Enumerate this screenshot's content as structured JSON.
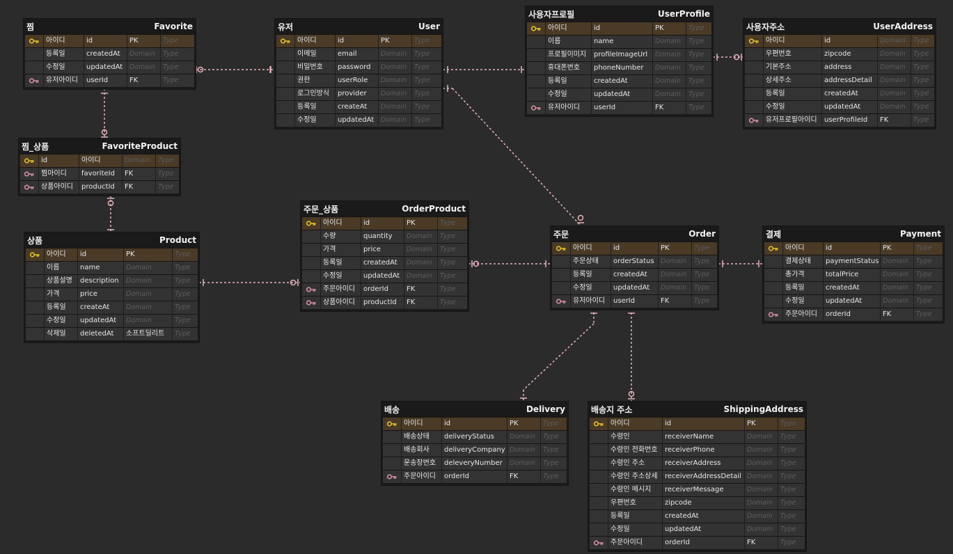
{
  "tables": [
    {
      "name": "사용자프로필",
      "alias": "UserProfile",
      "columns": [
        {
          "key": "pk",
          "logical": "아이디",
          "physical": "id",
          "domain": "PK",
          "type": "Type"
        },
        {
          "key": "",
          "logical": "이름",
          "physical": "name",
          "domain": "Domain",
          "type": "Type"
        },
        {
          "key": "",
          "logical": "프로필이미지",
          "physical": "profileImageUrl",
          "domain": "Domain",
          "type": "Type"
        },
        {
          "key": "",
          "logical": "휴대폰번호",
          "physical": "phoneNumber",
          "domain": "Domain",
          "type": "Type"
        },
        {
          "key": "",
          "logical": "등록일",
          "physical": "createdAt",
          "domain": "Domain",
          "type": "Type"
        },
        {
          "key": "",
          "logical": "수정일",
          "physical": "updatedAt",
          "domain": "Domain",
          "type": "Type"
        },
        {
          "key": "fk",
          "logical": "유저아이디",
          "physical": "userId",
          "domain": "FK",
          "type": "Type"
        }
      ]
    },
    {
      "name": "찜",
      "alias": "Favorite",
      "columns": [
        {
          "key": "pk",
          "logical": "아이디",
          "physical": "id",
          "domain": "PK",
          "type": "Type"
        },
        {
          "key": "",
          "logical": "등록일",
          "physical": "createdAt",
          "domain": "Domain",
          "type": "Type"
        },
        {
          "key": "",
          "logical": "수정일",
          "physical": "updatedAt",
          "domain": "Domain",
          "type": "Type"
        },
        {
          "key": "fk",
          "logical": "유저아이디",
          "physical": "userId",
          "domain": "FK",
          "type": "Type"
        }
      ]
    },
    {
      "name": "유저",
      "alias": "User",
      "columns": [
        {
          "key": "pk",
          "logical": "아이디",
          "physical": "id",
          "domain": "PK",
          "type": "Type"
        },
        {
          "key": "",
          "logical": "이메일",
          "physical": "email",
          "domain": "Domain",
          "type": "Type"
        },
        {
          "key": "",
          "logical": "비밀번호",
          "physical": "password",
          "domain": "Domain",
          "type": "Type"
        },
        {
          "key": "",
          "logical": "권한",
          "physical": "userRole",
          "domain": "Domain",
          "type": "Type"
        },
        {
          "key": "",
          "logical": "로그인방식",
          "physical": "provider",
          "domain": "Domain",
          "type": "Type"
        },
        {
          "key": "",
          "logical": "등록일",
          "physical": "createAt",
          "domain": "Domain",
          "type": "Type"
        },
        {
          "key": "",
          "logical": "수정일",
          "physical": "updatedAt",
          "domain": "Domain",
          "type": "Type"
        }
      ]
    },
    {
      "name": "사용자주소",
      "alias": "UserAddress",
      "columns": [
        {
          "key": "pk",
          "logical": "아이디",
          "physical": "id",
          "domain": "Domain",
          "type": "Type"
        },
        {
          "key": "",
          "logical": "우편번호",
          "physical": "zipcode",
          "domain": "Domain",
          "type": "Type"
        },
        {
          "key": "",
          "logical": "기본주소",
          "physical": "address",
          "domain": "Domain",
          "type": "Type"
        },
        {
          "key": "",
          "logical": "상세주소",
          "physical": "addressDetail",
          "domain": "Domain",
          "type": "Type"
        },
        {
          "key": "",
          "logical": "등록일",
          "physical": "createdAt",
          "domain": "Domain",
          "type": "Type"
        },
        {
          "key": "",
          "logical": "수정일",
          "physical": "updatedAt",
          "domain": "Domain",
          "type": "Type"
        },
        {
          "key": "fk",
          "logical": "유저프로필아이디",
          "physical": "userProfileId",
          "domain": "FK",
          "type": "Type"
        }
      ]
    },
    {
      "name": "찜_상품",
      "alias": "FavoriteProduct",
      "columns": [
        {
          "key": "pk",
          "logical": "id",
          "physical": "아이디",
          "domain": "Domain",
          "type": "Type"
        },
        {
          "key": "fk",
          "logical": "찜아이디",
          "physical": "favoriteId",
          "domain": "FK",
          "type": "Type"
        },
        {
          "key": "fk",
          "logical": "상품아이디",
          "physical": "productId",
          "domain": "FK",
          "type": "Type"
        }
      ]
    },
    {
      "name": "주문_상품",
      "alias": "OrderProduct",
      "columns": [
        {
          "key": "pk",
          "logical": "아이디",
          "physical": "id",
          "domain": "PK",
          "type": "Type"
        },
        {
          "key": "",
          "logical": "수량",
          "physical": "quantity",
          "domain": "Domain",
          "type": "Type"
        },
        {
          "key": "",
          "logical": "가격",
          "physical": "price",
          "domain": "Domain",
          "type": "Type"
        },
        {
          "key": "",
          "logical": "등록일",
          "physical": "createdAt",
          "domain": "Domain",
          "type": "Type"
        },
        {
          "key": "",
          "logical": "수정일",
          "physical": "updatedAt",
          "domain": "Domain",
          "type": "Type"
        },
        {
          "key": "fk",
          "logical": "주문아이디",
          "physical": "orderId",
          "domain": "FK",
          "type": "Type"
        },
        {
          "key": "fk",
          "logical": "상품아이디",
          "physical": "productId",
          "domain": "FK",
          "type": "Type"
        }
      ]
    },
    {
      "name": "상품",
      "alias": "Product",
      "columns": [
        {
          "key": "pk",
          "logical": "아이디",
          "physical": "id",
          "domain": "PK",
          "type": "Type"
        },
        {
          "key": "",
          "logical": "이름",
          "physical": "name",
          "domain": "Domain",
          "type": "Type"
        },
        {
          "key": "",
          "logical": "상품설명",
          "physical": "description",
          "domain": "Domain",
          "type": "Type"
        },
        {
          "key": "",
          "logical": "가격",
          "physical": "price",
          "domain": "Domain",
          "type": "Type"
        },
        {
          "key": "",
          "logical": "등록일",
          "physical": "createAt",
          "domain": "Domain",
          "type": "Type"
        },
        {
          "key": "",
          "logical": "수정일",
          "physical": "updatedAt",
          "domain": "Domain",
          "type": "Type"
        },
        {
          "key": "",
          "logical": "삭제일",
          "physical": "deletedAt",
          "domain": "소프트딜리트",
          "type": "Type"
        }
      ]
    },
    {
      "name": "주문",
      "alias": "Order",
      "columns": [
        {
          "key": "pk",
          "logical": "아이디",
          "physical": "id",
          "domain": "PK",
          "type": "Type"
        },
        {
          "key": "",
          "logical": "주문상태",
          "physical": "orderStatus",
          "domain": "Domain",
          "type": "Type"
        },
        {
          "key": "",
          "logical": "등록일",
          "physical": "createdAt",
          "domain": "Domain",
          "type": "Type"
        },
        {
          "key": "",
          "logical": "수정일",
          "physical": "updatedAt",
          "domain": "Domain",
          "type": "Type"
        },
        {
          "key": "fk",
          "logical": "유저아이디",
          "physical": "userId",
          "domain": "FK",
          "type": "Type"
        }
      ]
    },
    {
      "name": "결제",
      "alias": "Payment",
      "columns": [
        {
          "key": "pk",
          "logical": "아이디",
          "physical": "id",
          "domain": "PK",
          "type": "Type"
        },
        {
          "key": "",
          "logical": "결제상태",
          "physical": "paymentStatus",
          "domain": "Domain",
          "type": "Type"
        },
        {
          "key": "",
          "logical": "총가격",
          "physical": "totalPrice",
          "domain": "Domain",
          "type": "Type"
        },
        {
          "key": "",
          "logical": "등록일",
          "physical": "createdAt",
          "domain": "Domain",
          "type": "Type"
        },
        {
          "key": "",
          "logical": "수정일",
          "physical": "updatedAt",
          "domain": "Domain",
          "type": "Type"
        },
        {
          "key": "fk",
          "logical": "주문아이디",
          "physical": "orderId",
          "domain": "FK",
          "type": "Type"
        }
      ]
    },
    {
      "name": "배송",
      "alias": "Delivery",
      "columns": [
        {
          "key": "pk",
          "logical": "아이디",
          "physical": "id",
          "domain": "PK",
          "type": "Type"
        },
        {
          "key": "",
          "logical": "배송상태",
          "physical": "deliveryStatus",
          "domain": "Domain",
          "type": "Type"
        },
        {
          "key": "",
          "logical": "배송회사",
          "physical": "deliveryCompany",
          "domain": "Domain",
          "type": "Type"
        },
        {
          "key": "",
          "logical": "운송장번호",
          "physical": "deleveryNumber",
          "domain": "Domain",
          "type": "Type"
        },
        {
          "key": "fk",
          "logical": "주문아이디",
          "physical": "orderId",
          "domain": "FK",
          "type": "Type"
        }
      ]
    },
    {
      "name": "배송지 주소",
      "alias": "ShippingAddress",
      "columns": [
        {
          "key": "pk",
          "logical": "아이디",
          "physical": "id",
          "domain": "PK",
          "type": "Type"
        },
        {
          "key": "",
          "logical": "수령인",
          "physical": "receiverName",
          "domain": "Domain",
          "type": "Type"
        },
        {
          "key": "",
          "logical": "수령인 전화번호",
          "physical": "receiverPhone",
          "domain": "Domain",
          "type": "Type"
        },
        {
          "key": "",
          "logical": "수령인 주소",
          "physical": "receiverAddress",
          "domain": "Domain",
          "type": "Type"
        },
        {
          "key": "",
          "logical": "수령인 주소상세",
          "physical": "receiverAddressDetail",
          "domain": "Domain",
          "type": "Type"
        },
        {
          "key": "",
          "logical": "수령인 메시지",
          "physical": "receiverMessage",
          "domain": "Domain",
          "type": "Type"
        },
        {
          "key": "",
          "logical": "우편번호",
          "physical": "zipcode",
          "domain": "Domain",
          "type": "Type"
        },
        {
          "key": "",
          "logical": "등록일",
          "physical": "createdAt",
          "domain": "Domain",
          "type": "Type"
        },
        {
          "key": "",
          "logical": "수정일",
          "physical": "updatedAt",
          "domain": "Domain",
          "type": "Type"
        },
        {
          "key": "fk",
          "logical": "주문아이디",
          "physical": "orderId",
          "domain": "FK",
          "type": "Type"
        }
      ]
    }
  ],
  "colors": {
    "line": "#e8b4bc",
    "pk_key": "#e6c229",
    "fk_key": "#d88fa0",
    "pk_row": "#4a3a26"
  }
}
